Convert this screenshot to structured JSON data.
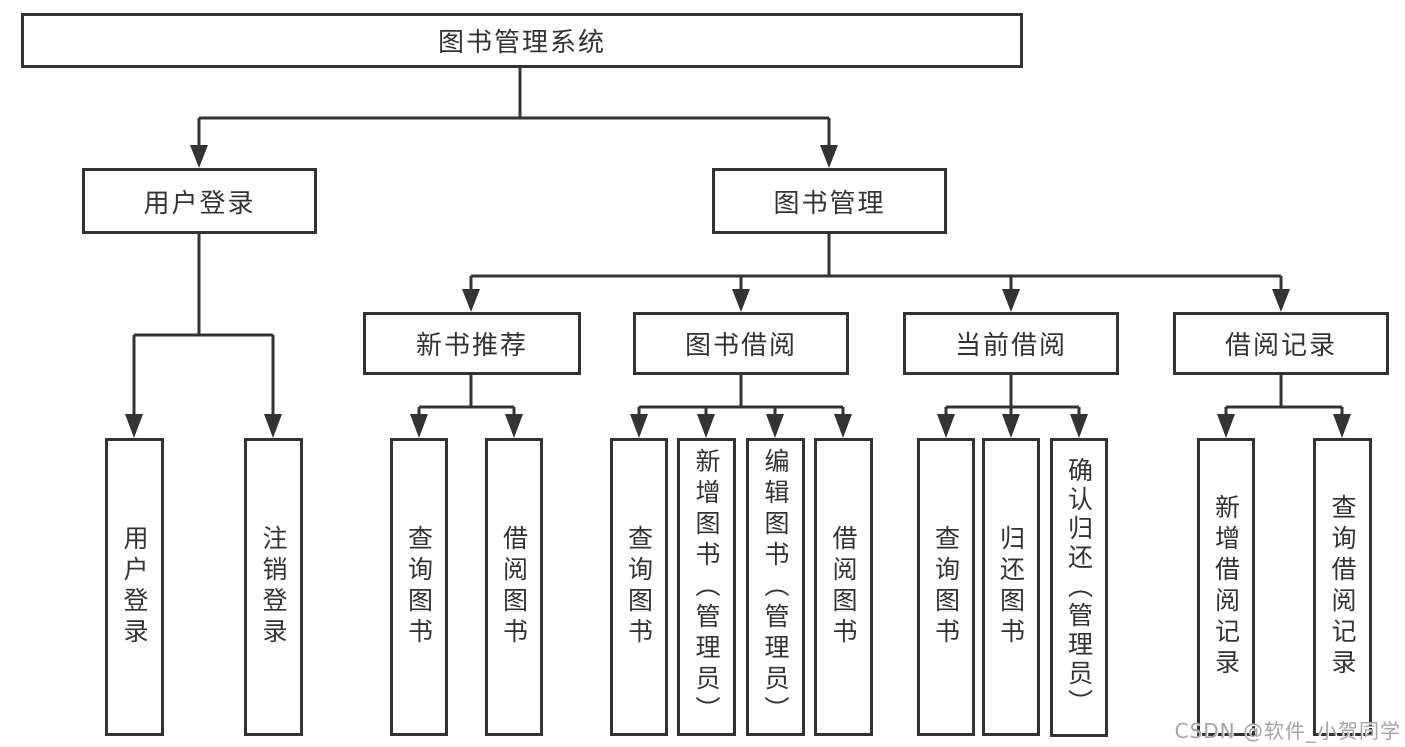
{
  "colors": {
    "line": "#333333",
    "text": "#333333",
    "box_background": "#ffffff",
    "page_background": "#ffffff",
    "watermark": "#a3a3a3"
  },
  "diagram": {
    "type": "hierarchy-tree",
    "root": {
      "label": "图书管理系统"
    },
    "level2": [
      {
        "label": "用户登录"
      },
      {
        "label": "图书管理"
      }
    ],
    "level3": [
      {
        "label": "新书推荐"
      },
      {
        "label": "图书借阅"
      },
      {
        "label": "当前借阅"
      },
      {
        "label": "借阅记录"
      }
    ],
    "leaves": {
      "user_login": [
        {
          "label": "用户登录"
        },
        {
          "label": "注销登录"
        }
      ],
      "new_book_recommend": [
        {
          "label": "查询图书"
        },
        {
          "label": "借阅图书"
        }
      ],
      "book_borrowing": [
        {
          "label": "查询图书"
        },
        {
          "label": "新增图书（管理员）"
        },
        {
          "label": "编辑图书（管理员）"
        },
        {
          "label": "借阅图书"
        }
      ],
      "current_borrowing": [
        {
          "label": "查询图书"
        },
        {
          "label": "归还图书"
        },
        {
          "label": "确认归还（管理员）"
        }
      ],
      "borrowing_records": [
        {
          "label": "新增借阅记录"
        },
        {
          "label": "查询借阅记录"
        }
      ]
    },
    "watermark": "CSDN @软件_小贺同学"
  }
}
